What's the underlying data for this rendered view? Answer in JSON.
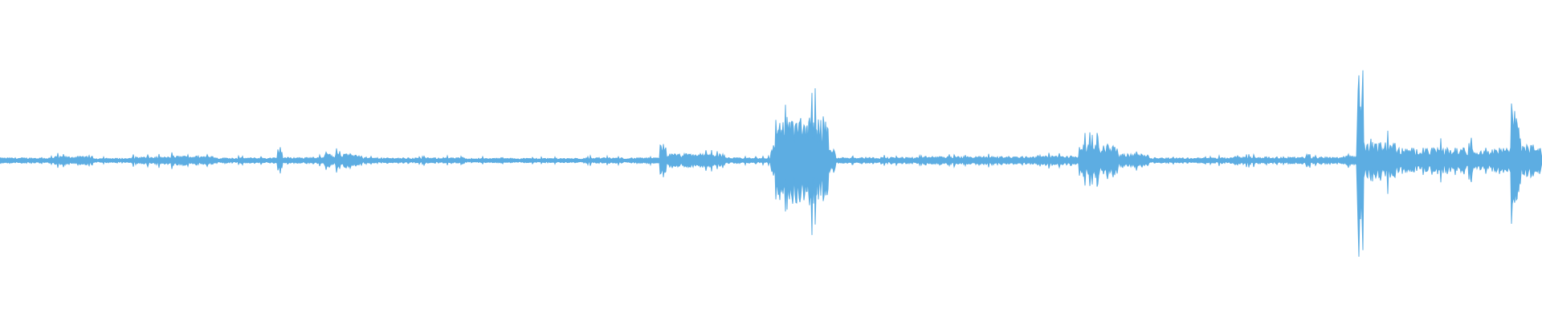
{
  "waveform": {
    "color": "#5dade2",
    "background": "#ffffff",
    "baseline_amplitude": 0.01,
    "segments": [
      {
        "start": 0.0,
        "end": 0.035,
        "level": 0.012
      },
      {
        "start": 0.035,
        "end": 0.06,
        "level": 0.018
      },
      {
        "start": 0.06,
        "end": 0.085,
        "level": 0.01
      },
      {
        "start": 0.085,
        "end": 0.11,
        "level": 0.016
      },
      {
        "start": 0.11,
        "end": 0.14,
        "level": 0.02
      },
      {
        "start": 0.14,
        "end": 0.18,
        "level": 0.012
      },
      {
        "start": 0.18,
        "end": 0.183,
        "level": 0.06
      },
      {
        "start": 0.183,
        "end": 0.21,
        "level": 0.014
      },
      {
        "start": 0.21,
        "end": 0.235,
        "level": 0.03
      },
      {
        "start": 0.235,
        "end": 0.3,
        "level": 0.012
      },
      {
        "start": 0.3,
        "end": 0.38,
        "level": 0.01
      },
      {
        "start": 0.38,
        "end": 0.428,
        "level": 0.012
      },
      {
        "start": 0.428,
        "end": 0.432,
        "level": 0.075
      },
      {
        "start": 0.432,
        "end": 0.47,
        "level": 0.03
      },
      {
        "start": 0.47,
        "end": 0.5,
        "level": 0.012
      },
      {
        "start": 0.5,
        "end": 0.503,
        "level": 0.07
      },
      {
        "start": 0.503,
        "end": 0.537,
        "level": 0.19
      },
      {
        "start": 0.537,
        "end": 0.542,
        "level": 0.05
      },
      {
        "start": 0.542,
        "end": 0.6,
        "level": 0.014
      },
      {
        "start": 0.6,
        "end": 0.67,
        "level": 0.018
      },
      {
        "start": 0.67,
        "end": 0.7,
        "level": 0.02
      },
      {
        "start": 0.7,
        "end": 0.725,
        "level": 0.07
      },
      {
        "start": 0.725,
        "end": 0.745,
        "level": 0.03
      },
      {
        "start": 0.745,
        "end": 0.8,
        "level": 0.012
      },
      {
        "start": 0.8,
        "end": 0.87,
        "level": 0.016
      },
      {
        "start": 0.87,
        "end": 0.88,
        "level": 0.02
      },
      {
        "start": 0.88,
        "end": 0.884,
        "level": 0.4
      },
      {
        "start": 0.884,
        "end": 0.905,
        "level": 0.08
      },
      {
        "start": 0.905,
        "end": 0.98,
        "level": 0.055
      },
      {
        "start": 0.98,
        "end": 0.986,
        "level": 0.22
      },
      {
        "start": 0.986,
        "end": 1.0,
        "level": 0.07
      }
    ]
  }
}
